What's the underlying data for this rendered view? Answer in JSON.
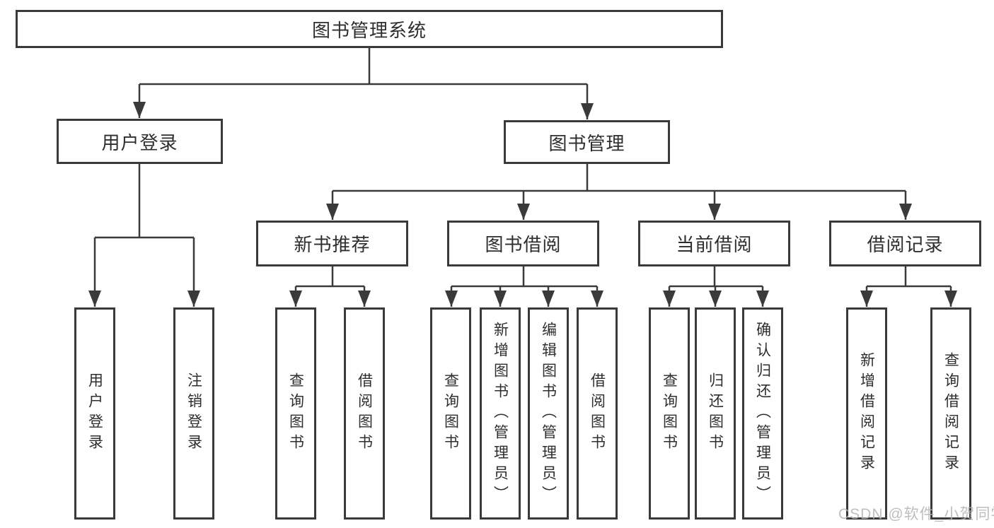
{
  "diagram": {
    "title": "图书管理系统",
    "branches": [
      {
        "label": "用户登录",
        "leaves": [
          "用户登录",
          "注销登录"
        ]
      },
      {
        "label": "图书管理",
        "children": [
          {
            "label": "新书推荐",
            "leaves": [
              "查询图书",
              "借阅图书"
            ]
          },
          {
            "label": "图书借阅",
            "leaves": [
              "查询图书",
              "新增图书（管理员）",
              "编辑图书（管理员）",
              "借阅图书"
            ]
          },
          {
            "label": "当前借阅",
            "leaves": [
              "查询图书",
              "归还图书",
              "确认归还（管理员）"
            ]
          },
          {
            "label": "借阅记录",
            "leaves": [
              "新增借阅记录",
              "查询借阅记录"
            ]
          }
        ]
      }
    ]
  },
  "watermark": {
    "text": "CSDN @软件_小贺同学"
  },
  "colors": {
    "line": "#3a3a3a",
    "box_border": "#3a3a3a",
    "text": "#2e2e2e",
    "watermark": "#b3b3b3",
    "background": "#ffffff"
  }
}
